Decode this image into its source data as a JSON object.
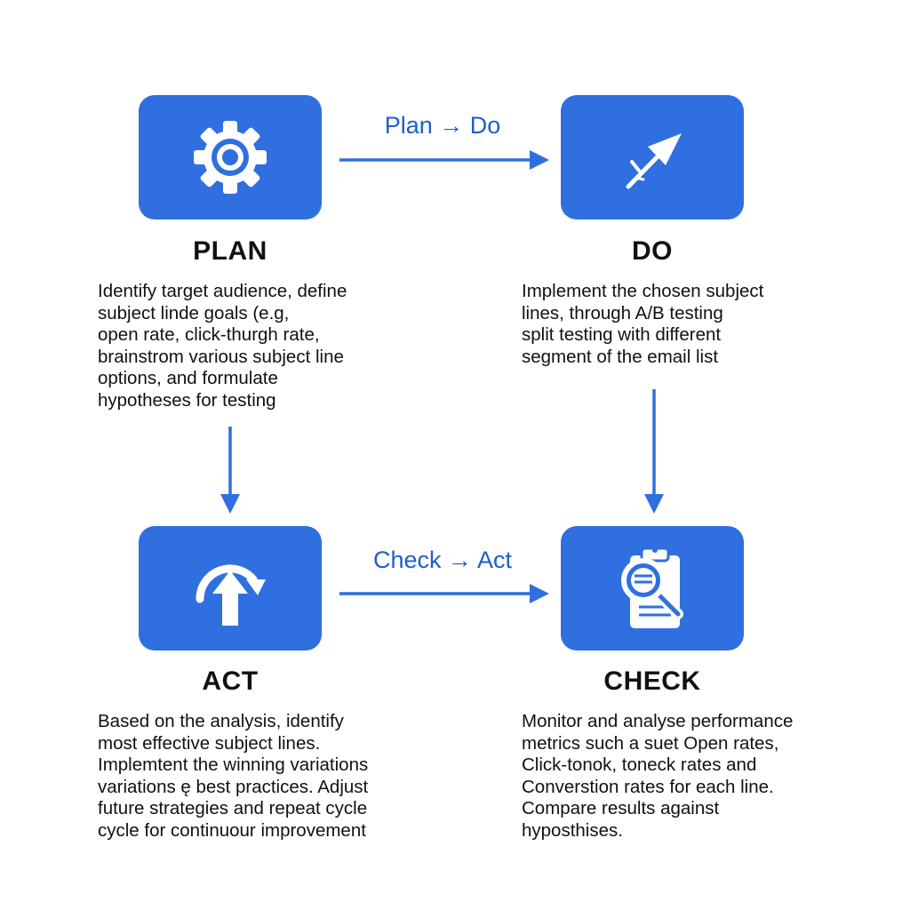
{
  "colors": {
    "accent": "#2f6fe0",
    "label": "#1f5fc8",
    "text": "#111111",
    "icon": "#ffffff"
  },
  "flows": {
    "top_label": "Plan → Do",
    "bottom_label": "Check → Act"
  },
  "steps": {
    "plan": {
      "title": "PLAN",
      "icon": "gear-icon",
      "lines": [
        "Identify target audience, define",
        "subject linde goals (e.g,",
        "open rate, click-thurgh rate,",
        "brainstrom various subject line",
        "options, and formulate",
        "hypotheses for testing"
      ]
    },
    "do": {
      "title": "DO",
      "icon": "send-arrow-icon",
      "lines": [
        "Implement the chosen subject",
        "lines, through A/B testing",
        "split testing with different",
        "segment of the email list"
      ]
    },
    "act": {
      "title": "ACT",
      "icon": "cycle-arrow-icon",
      "lines": [
        "Based on the analysis, identify",
        "most effective subject lines.",
        "Implemtent the winning variations",
        "variations ę best practices. Adjust",
        "future strategies and repeat cycle",
        "cycle for continuour improvement"
      ]
    },
    "check": {
      "title": "CHECK",
      "icon": "clipboard-search-icon",
      "lines": [
        "Monitor and analyse performance",
        "metrics such a suet Open rates,",
        "Click-tonok, toneck rates and",
        "Converstion rates for each line.",
        "Compare results against",
        "hyposthises."
      ]
    }
  }
}
